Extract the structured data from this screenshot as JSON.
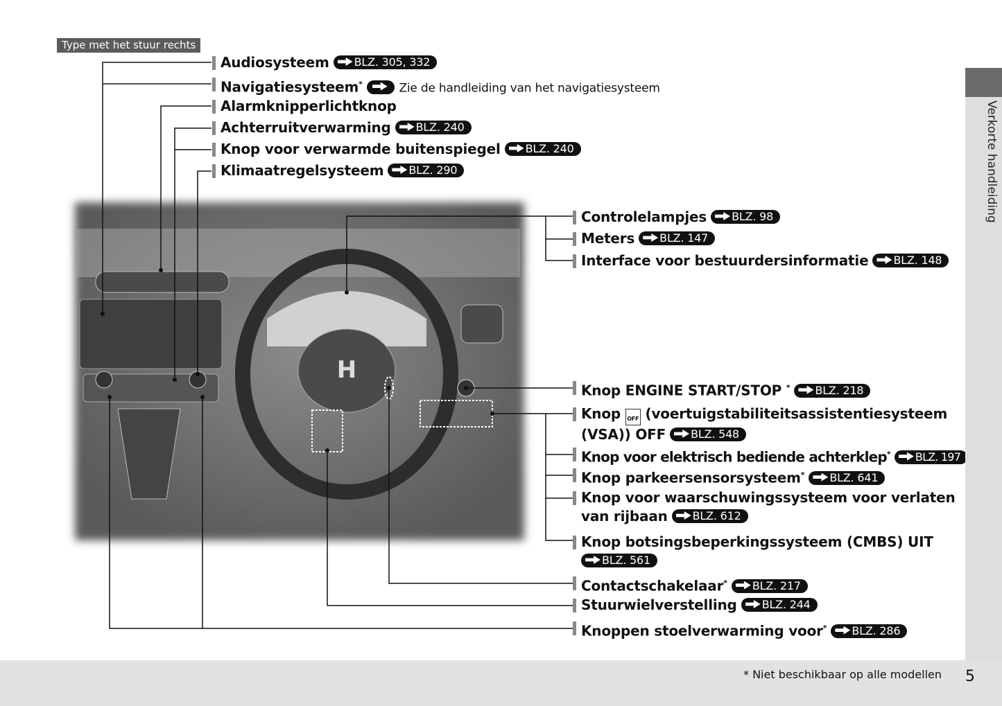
{
  "header_tag": "Type met het stuur rechts",
  "left_labels": [
    {
      "text": "Audiosysteem",
      "ref": "BLZ. 305, 332"
    },
    {
      "text": "Navigatiesysteem",
      "star": "*",
      "note": "Zie de handleiding van het navigatiesysteem"
    },
    {
      "text": "Alarmknipperlichtknop"
    },
    {
      "text": "Achterruitverwarming",
      "ref": "BLZ. 240"
    },
    {
      "text": "Knop voor verwarmde buitenspiegel",
      "ref": "BLZ. 240"
    },
    {
      "text": "Klimaatregelsysteem",
      "ref": "BLZ. 290"
    }
  ],
  "right_labels": [
    {
      "text": "Controlelampjes",
      "ref": "BLZ. 98"
    },
    {
      "text": "Meters",
      "ref": "BLZ. 147"
    },
    {
      "text": "Interface voor bestuurdersinformatie",
      "ref": "BLZ. 148"
    },
    {
      "text": "Knop ENGINE START/STOP",
      "star": "*",
      "ref": "BLZ. 218"
    },
    {
      "text": "Knop",
      "text2": "(voertuigstabiliteitsassistentiesysteem",
      "line2": "(VSA)) OFF",
      "icon_text": "OFF",
      "ref": "BLZ. 548"
    },
    {
      "text": "Knop voor elektrisch bediende achterklep",
      "star": "*",
      "ref": "BLZ. 197"
    },
    {
      "text": "Knop parkeersensorsysteem",
      "star": "*",
      "ref": "BLZ. 641"
    },
    {
      "text": "Knop voor waarschuwingssysteem voor verlaten",
      "line2": "van rijbaan",
      "ref": "BLZ. 612"
    },
    {
      "text": "Knop botsingsbeperkingssysteem (CMBS) UIT",
      "ref": "BLZ. 561"
    },
    {
      "text": "Contactschakelaar",
      "star": "*",
      "ref": "BLZ. 217"
    },
    {
      "text": "Stuurwielverstelling",
      "ref": "BLZ. 244"
    },
    {
      "text": "Knoppen stoelverwarming voor",
      "star": "*",
      "ref": "BLZ. 286"
    }
  ],
  "side_tab": "Verkorte handleiding",
  "footnote": "* Niet beschikbaar op alle modellen",
  "page_number": "5",
  "colors": {
    "tag_bg": "#5c5c5c",
    "ref_bg": "#111111",
    "side_bg": "#dedede",
    "footer_bg": "#e2e2e2"
  }
}
